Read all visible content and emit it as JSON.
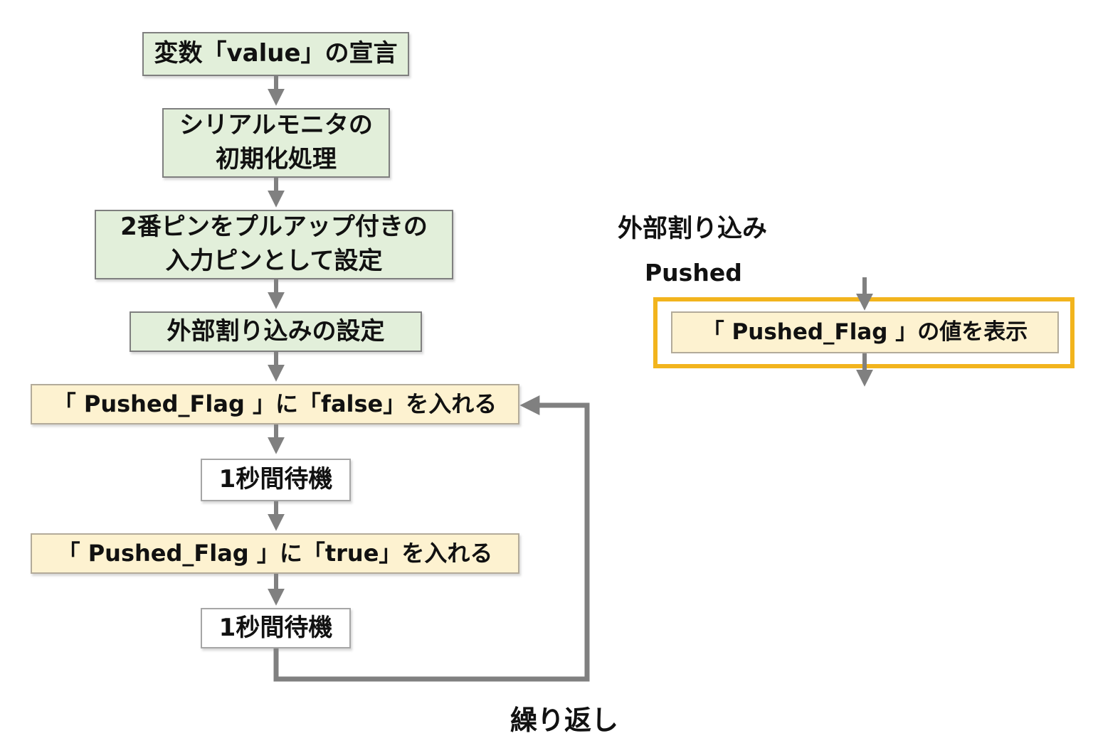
{
  "diagram": {
    "main_flow": {
      "steps": [
        {
          "name": "declare-value",
          "kind": "setup",
          "label": "変数「value」の宣言"
        },
        {
          "name": "serial-monitor-init",
          "kind": "setup",
          "label": "シリアルモニタの\n初期化処理"
        },
        {
          "name": "pin2-pullup-input-setup",
          "kind": "setup",
          "label": "2番ピンをプルアップ付きの\n入力ピンとして設定"
        },
        {
          "name": "external-interrupt-setup",
          "kind": "setup",
          "label": "外部割り込みの設定"
        },
        {
          "name": "set-flag-false",
          "kind": "process",
          "label": "「 Pushed_Flag 」に「false」を入れる"
        },
        {
          "name": "wait-1s-a",
          "kind": "wait",
          "label": "1秒間待機"
        },
        {
          "name": "set-flag-true",
          "kind": "process",
          "label": "「 Pushed_Flag 」に「true」を入れる"
        },
        {
          "name": "wait-1s-b",
          "kind": "wait",
          "label": "1秒間待機"
        }
      ],
      "loop_label": "繰り返し"
    },
    "interrupt_flow": {
      "section_title": "外部割り込み",
      "trigger_label": "Pushed",
      "steps": [
        {
          "name": "show-pushed-flag-value",
          "kind": "process",
          "highlighted": true,
          "label": "「 Pushed_Flag 」の値を表示"
        }
      ]
    },
    "colors": {
      "setup_fill": "#e2efda",
      "process_fill": "#fdf2d0",
      "wait_fill": "#ffffff",
      "box_border": "#7f7f7f",
      "light_border": "#b3ab9a",
      "wait_border": "#a6a6a6",
      "arrow": "#808080",
      "highlight_border": "#f2b41d",
      "text": "#111111"
    }
  }
}
